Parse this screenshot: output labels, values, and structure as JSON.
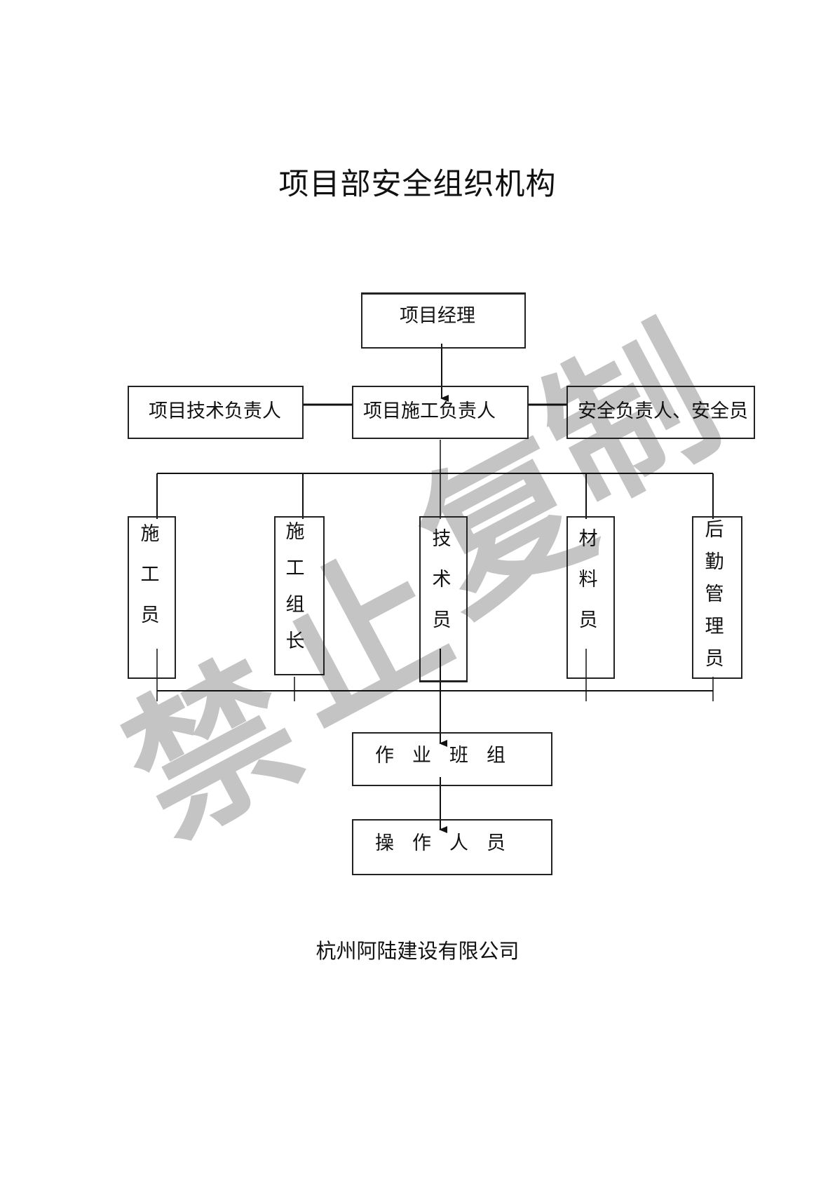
{
  "title": "项目部安全组织机构",
  "nodes": {
    "manager": "项目经理",
    "tech_lead": "项目技术负责人",
    "construction_lead": "项目施工负责人",
    "safety_lead": "安全负责人、安全员",
    "constructor": [
      "施",
      "工",
      "员"
    ],
    "team_leader": [
      "施",
      "工",
      "组",
      "长"
    ],
    "technician": [
      "技",
      "术",
      "员"
    ],
    "material": [
      "材",
      "料",
      "员"
    ],
    "logistics": [
      "后",
      "勤",
      "管",
      "理",
      "员"
    ],
    "work_team": "作业班组",
    "operators": "操作人员"
  },
  "footer": "杭州阿陆建设有限公司",
  "watermark": {
    "text": "禁止复制",
    "color": "#bdbdbd"
  }
}
